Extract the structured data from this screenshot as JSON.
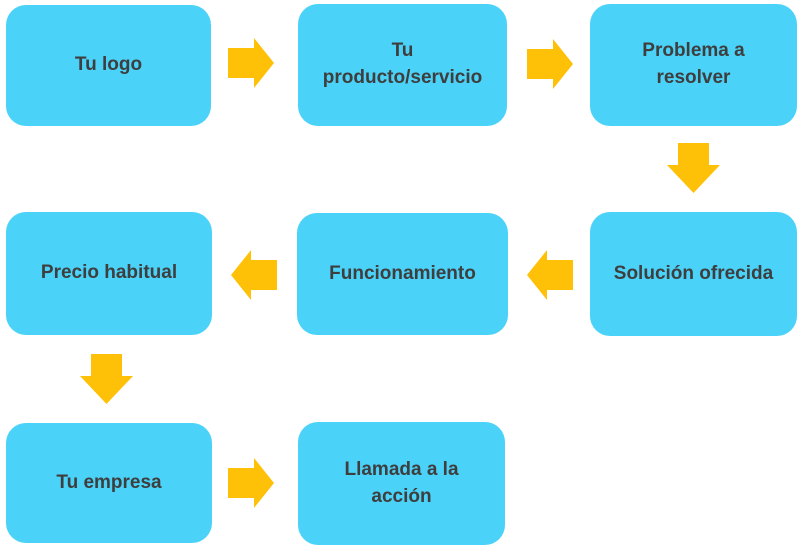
{
  "diagram": {
    "steps": [
      {
        "id": "tu-logo",
        "label": "Tu logo"
      },
      {
        "id": "tu-producto-servicio",
        "label": "Tu\nproducto/servicio"
      },
      {
        "id": "problema-a-resolver",
        "label": "Problema a\nresolver"
      },
      {
        "id": "solucion-ofrecida",
        "label": "Solución ofrecida"
      },
      {
        "id": "funcionamiento",
        "label": "Funcionamiento"
      },
      {
        "id": "precio-habitual",
        "label": "Precio habitual"
      },
      {
        "id": "tu-empresa",
        "label": "Tu empresa"
      },
      {
        "id": "llamada-a-la-accion",
        "label": "Llamada a la\nacción"
      }
    ],
    "connections": [
      {
        "from": "Tu logo",
        "to": "Tu producto/servicio",
        "direction": "right"
      },
      {
        "from": "Tu producto/servicio",
        "to": "Problema a resolver",
        "direction": "right"
      },
      {
        "from": "Problema a resolver",
        "to": "Solución ofrecida",
        "direction": "down"
      },
      {
        "from": "Solución ofrecida",
        "to": "Funcionamiento",
        "direction": "left"
      },
      {
        "from": "Funcionamiento",
        "to": "Precio habitual",
        "direction": "left"
      },
      {
        "from": "Precio habitual",
        "to": "Tu empresa",
        "direction": "down"
      },
      {
        "from": "Tu empresa",
        "to": "Llamada a la acción",
        "direction": "right"
      }
    ],
    "colors": {
      "box_fill": "#4AD2F8",
      "arrow_fill": "#FFC107",
      "text": "#3E3E3E",
      "background": "#FFFFFF"
    }
  }
}
